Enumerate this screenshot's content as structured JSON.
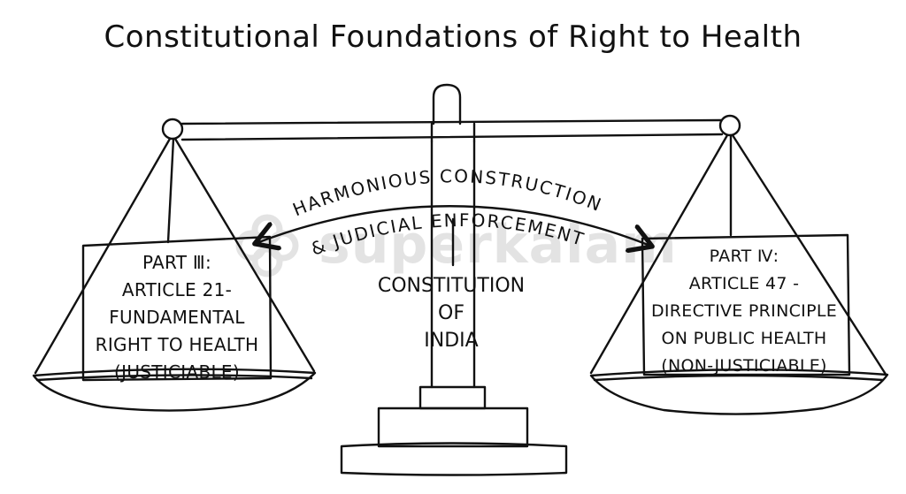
{
  "title": "Constitutional Foundations of Right to Health",
  "arc_label": {
    "line1": "HARMONIOUS CONSTRUCTION",
    "line2": "& JUDICIAL ENFORCEMENT"
  },
  "pillar": {
    "lines": [
      "CONSTITUTION",
      "OF",
      "INDIA"
    ]
  },
  "left_pan": {
    "lines": [
      "PART Ⅲ:",
      "ARTICLE 21-",
      "FUNDAMENTAL",
      "RIGHT TO HEALTH",
      "(JUSTICIABLE)"
    ]
  },
  "right_pan": {
    "lines": [
      "PART Ⅳ:",
      "ARTICLE 47 -",
      "DIRECTIVE PRINCIPLE",
      "ON PUBLIC HEALTH",
      "(NON-JUSTICIABLE)"
    ]
  },
  "watermark": {
    "text": "superkalam",
    "icon": "flower-logo-icon"
  },
  "colors": {
    "ink": "#111111",
    "watermark": "#555555"
  }
}
